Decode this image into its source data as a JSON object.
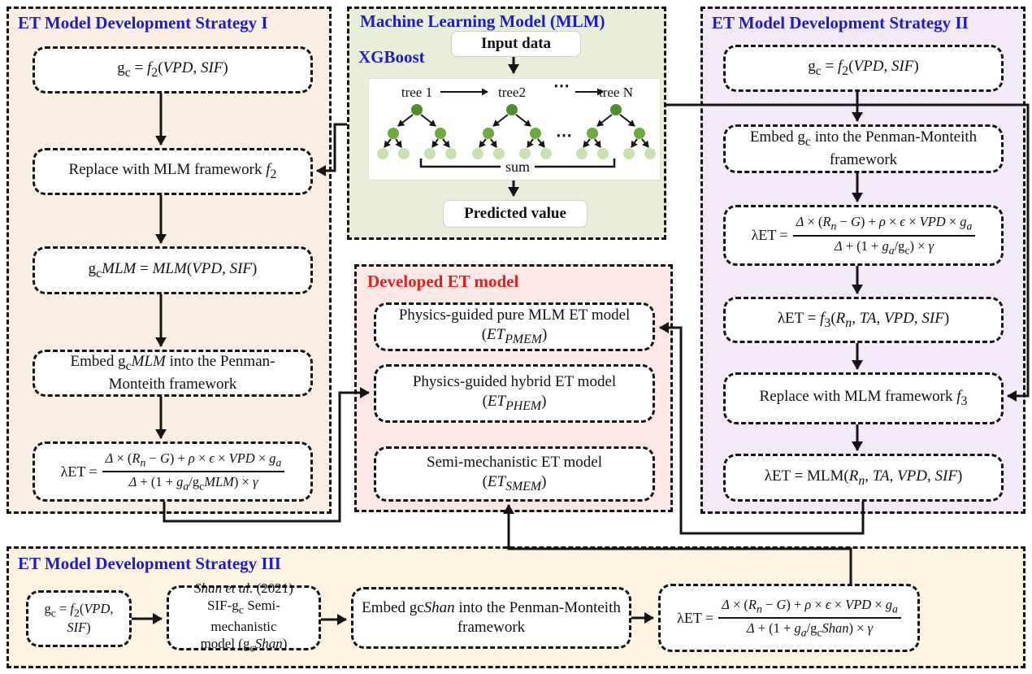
{
  "colors": {
    "strategy1_bg": "#fbeee3",
    "mlm_bg": "#e9eed8",
    "strategy2_bg": "#f3e9f8",
    "developed_bg": "#fce7e7",
    "strategy3_bg": "#fdf5e2",
    "title_blue": "#1c1ccc",
    "title_red": "#e2201d",
    "line_black": "#141414",
    "tree_root_green": "#4f8d2c",
    "tree_mid_green": "#6cab3c",
    "tree_leaf_green": "#c9e1b0"
  },
  "strategy1": {
    "title": "ET Model Development Strategy I",
    "box1": "g<sub>c</sub> = <i>f</i><sub>2</sub>(<i>VPD</i>, <i>SIF</i>)",
    "box2": "Replace with MLM framework <i>f</i><sub>2</sub>",
    "box3": "g<sub>c</sub><i>MLM</i> = <i>MLM</i>(<i>VPD</i>, <i>SIF</i>)",
    "box4": "Embed g<sub>c</sub><i>MLM</i> into the Penman-Monteith framework",
    "box5": {
      "lhs": "λET =",
      "num": "<i>Δ</i> × (<i>R<sub>n</sub></i> − <i>G</i>) + <i>ρ</i> × <i>ϵ</i> × <i>VPD</i> × <i>g<sub>a</sub></i>",
      "den": "<i>Δ</i> + (1 + <i>g<sub>a</sub></i>/g<sub>c</sub><i>MLM</i>) × <i>γ</i>"
    }
  },
  "mlm": {
    "title": "Machine Learning Model (MLM)",
    "subtitle": "XGBoost",
    "input_label": "Input data",
    "tree1_label": "tree 1",
    "tree2_label": "tree2",
    "treeN_label": "tree N",
    "dots": "⋯",
    "sum_label": "sum",
    "predicted_label": "Predicted value"
  },
  "strategy2": {
    "title": "ET Model Development Strategy II",
    "box1": "g<sub>c</sub> = <i>f</i><sub>2</sub>(<i>VPD</i>, <i>SIF</i>)",
    "box2": "Embed g<sub>c</sub> into the Penman-Monteith framework",
    "box3": {
      "lhs": "λET =",
      "num": "<i>Δ</i> × (<i>R<sub>n</sub></i> − <i>G</i>) + <i>ρ</i> × <i>ϵ</i> × <i>VPD</i> × <i>g<sub>a</sub></i>",
      "den": "<i>Δ</i> + (1 + <i>g<sub>a</sub></i>/g<sub>c</sub>) × <i>γ</i>"
    },
    "box4": "λET = <i>f</i><sub>3</sub>(<i>R<sub>n</sub></i>, <i>TA</i>, <i>VPD</i>, <i>SIF</i>)",
    "box5": "Replace with MLM framework <i>f</i><sub>3</sub>",
    "box6": "λET = MLM(<i>R<sub>n</sub></i>, <i>TA</i>, <i>VPD</i>, <i>SIF</i>)"
  },
  "developed": {
    "title": "Developed ET model",
    "box1_line1": "Physics-guided pure MLM ET model",
    "box1_line2": "(<i>ET<sub>PMEM</sub></i>)",
    "box2_line1": "Physics-guided hybrid ET model",
    "box2_line2": "(<i>ET<sub>PHEM</sub></i>)",
    "box3_line1": "Semi-mechanistic ET model",
    "box3_line2": "(<i>ET<sub>SMEM</sub></i>)"
  },
  "strategy3": {
    "title": "ET Model Development Strategy III",
    "box1": "g<sub>c</sub> = <i>f</i><sub>2</sub>(<i>VPD</i>, <i>SIF</i>)",
    "box2_line1": "<i>Shan et al.</i> (2021)",
    "box2_line2": "SIF-g<sub>c</sub> Semi-mechanistic",
    "box2_line3": "model (g<sub>c</sub><i>Shan</i>)",
    "box3": "Embed gc<i>Shan</i> into the Penman-Monteith framework",
    "box4": {
      "lhs": "λET =",
      "num": "<i>Δ</i> × (<i>R<sub>n</sub></i> − <i>G</i>) + <i>ρ</i> × <i>ϵ</i> × <i>VPD</i> × <i>g<sub>a</sub></i>",
      "den": "<i>Δ</i> + (1 + <i>g<sub>a</sub></i>/g<sub>c</sub><i>Shan</i>) × <i>γ</i>"
    }
  }
}
